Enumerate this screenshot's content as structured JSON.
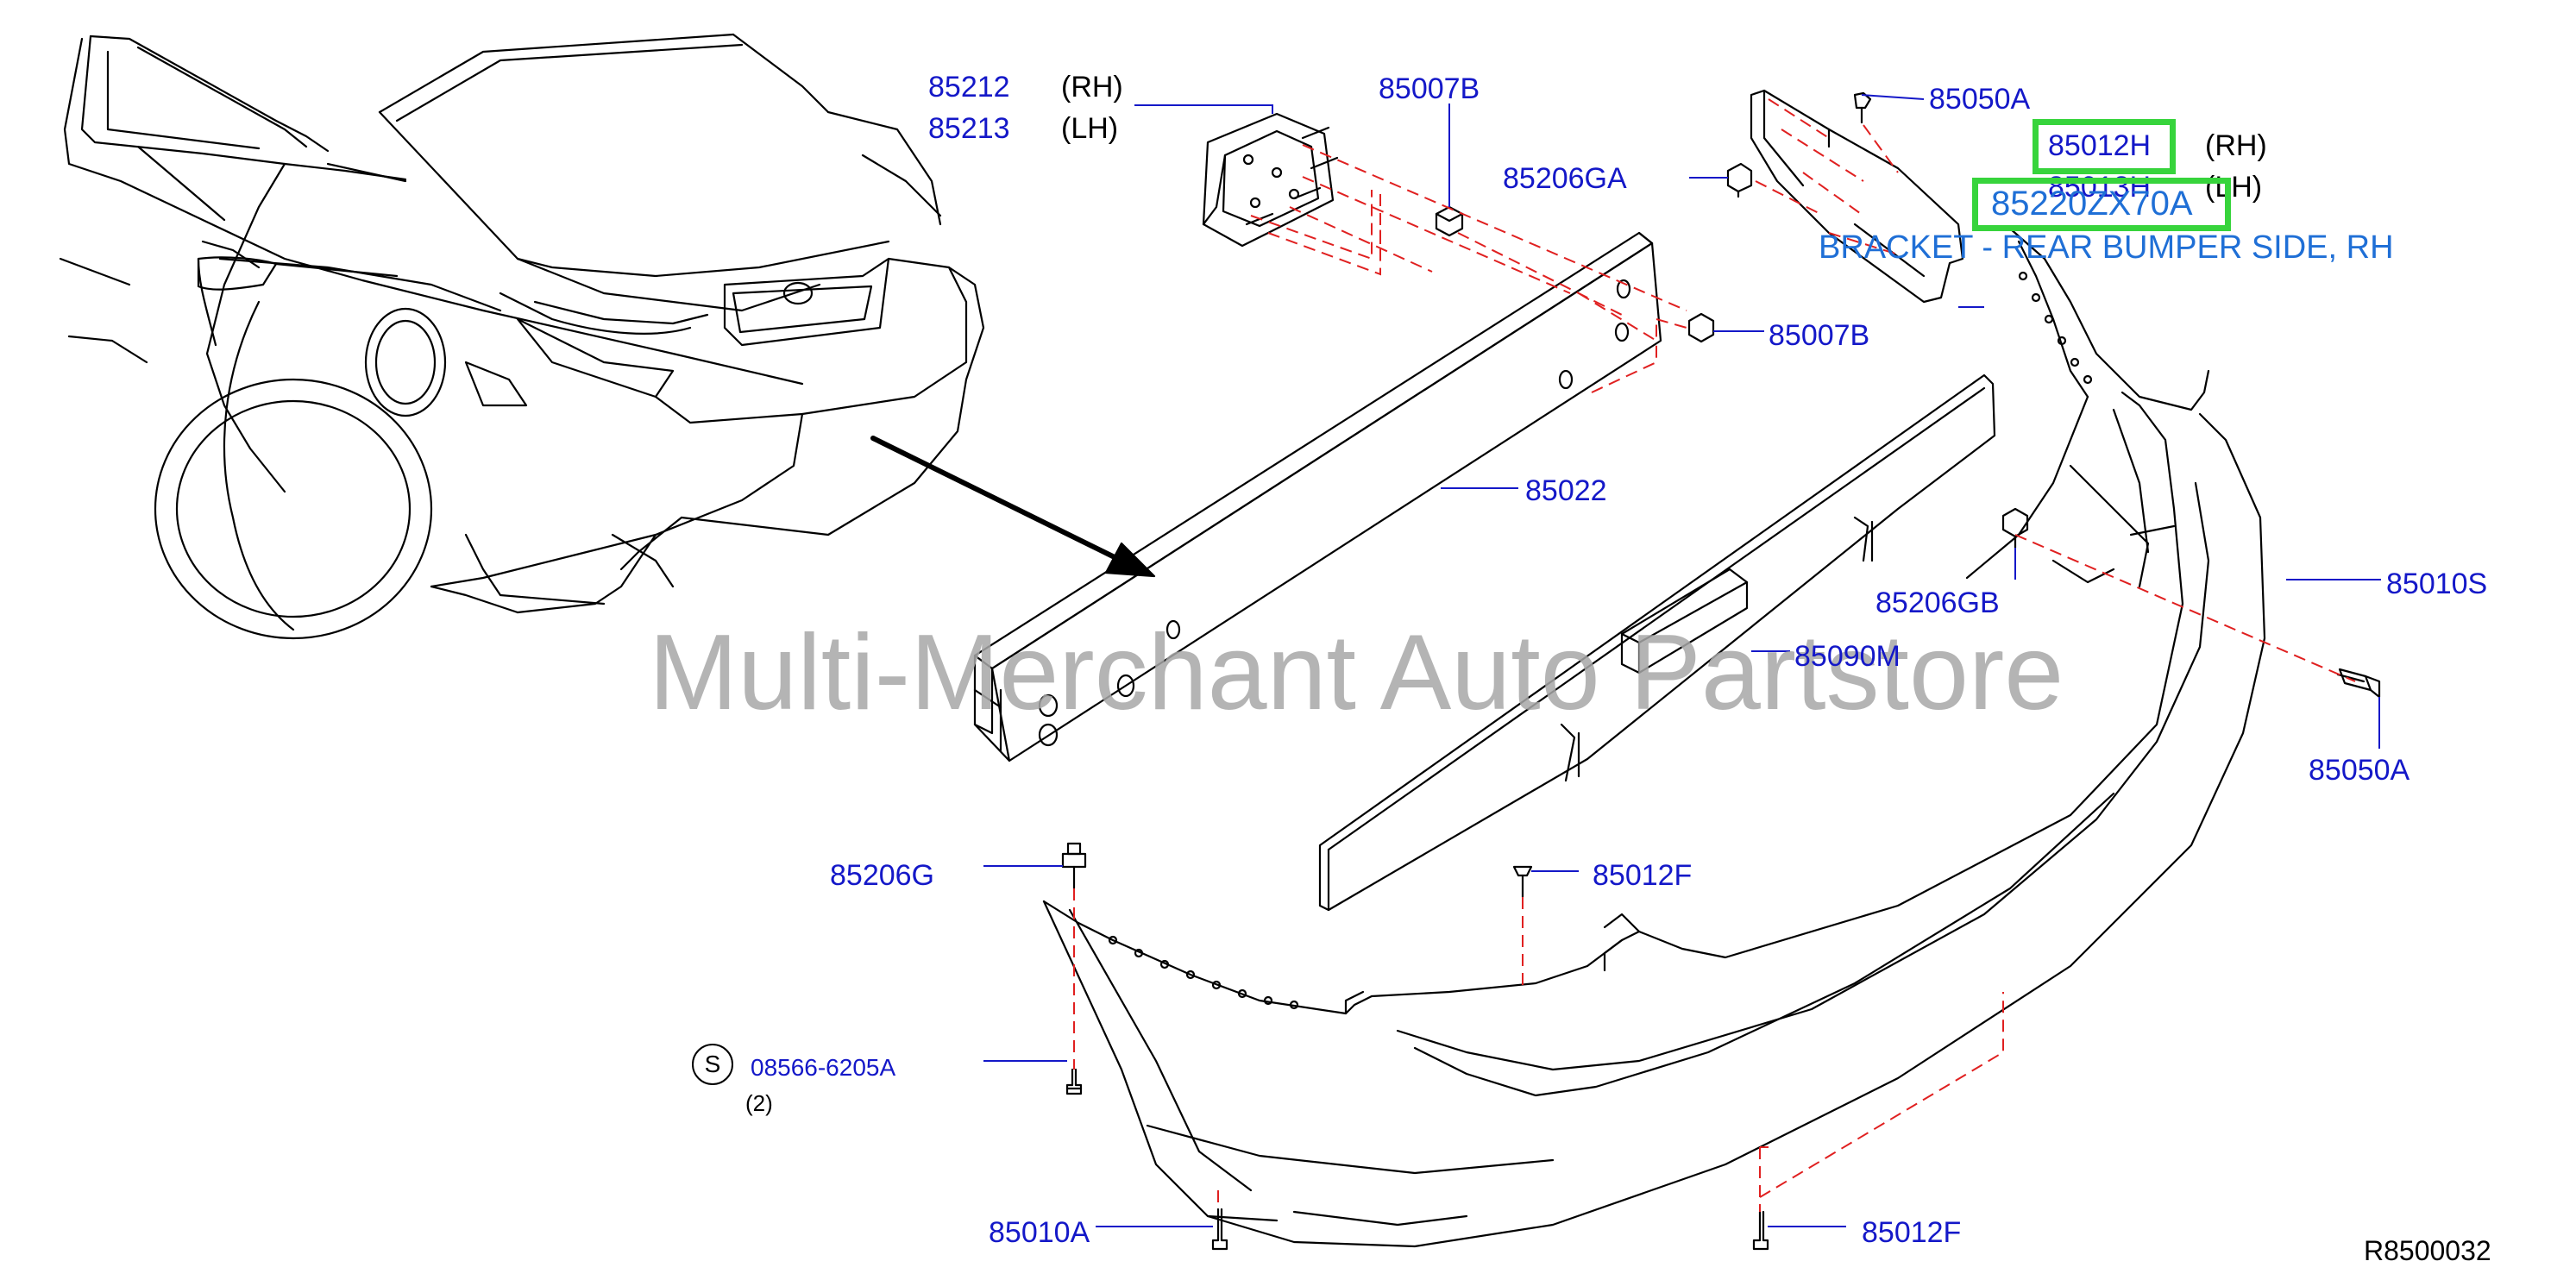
{
  "labels": {
    "p85212": "85212",
    "p85213": "85213",
    "rh1": "(RH)",
    "lh1": "(LH)",
    "p85007b_top": "85007B",
    "p85206ga": "85206GA",
    "p85050a_top": "85050A",
    "p85012h": "85012H",
    "rh2": "(RH)",
    "p85013h": "85013H",
    "lh2": "(LH)",
    "p85220zx70a": "85220ZX70A",
    "bracket_desc": "BRACKET - REAR BUMPER SIDE, RH",
    "p85007b_mid": "85007B",
    "p85022": "85022",
    "p85206gb": "85206GB",
    "p85010s": "85010S",
    "p85090m": "85090M",
    "p85050a_right": "85050A",
    "p85206g": "85206G",
    "p85012f_mid": "85012F",
    "p08566": "08566-6205A",
    "qty": "(2)",
    "s_symbol": "S",
    "p85010a": "85010A",
    "p85012f_bot": "85012F",
    "ref_code": "R8500032"
  },
  "watermark": "Multi-Merchant Auto Partstore",
  "colors": {
    "label": "#1418c8",
    "highlight": "#37d43c",
    "description": "#1f6fd6",
    "dashed": "#e02020",
    "watermark": "#a8a8a8"
  }
}
